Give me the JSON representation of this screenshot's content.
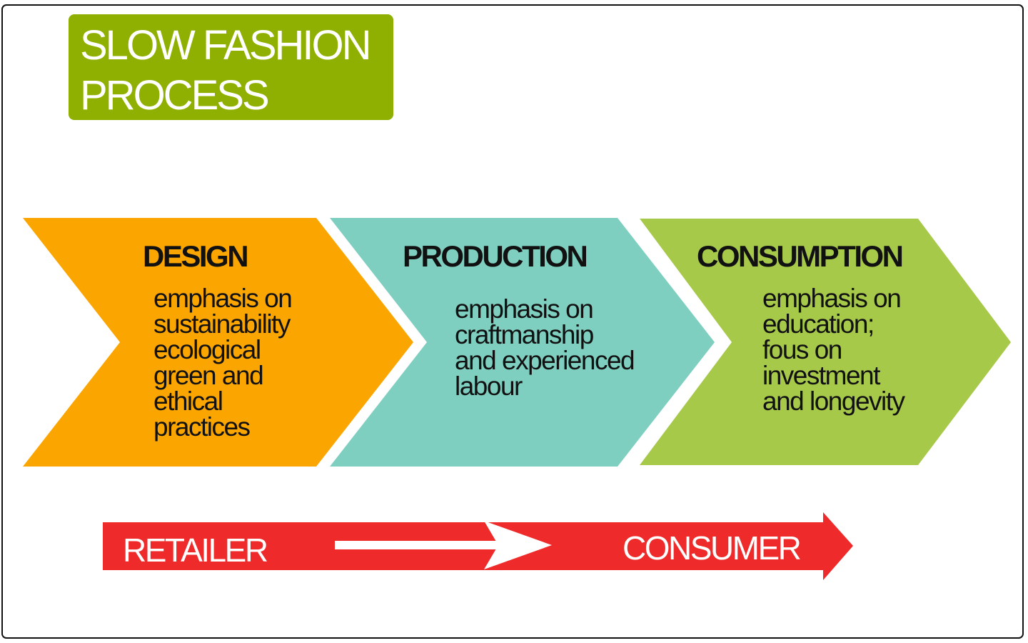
{
  "title": {
    "lines": [
      "SLOW FASHION",
      "PROCESS"
    ]
  },
  "steps": [
    {
      "heading": "DESIGN",
      "lines": [
        "emphasis on",
        "sustainability",
        "ecological",
        "green and",
        "ethical",
        "practices"
      ],
      "color": "#fba600"
    },
    {
      "heading": "PRODUCTION",
      "lines": [
        "emphasis on",
        "craftmanship",
        "and experienced",
        "labour"
      ],
      "color": "#7ecfc0"
    },
    {
      "heading": "CONSUMPTION",
      "lines": [
        "emphasis on",
        "education;",
        "fous on",
        "investment",
        "and longevity"
      ],
      "color": "#a6c94a"
    }
  ],
  "flow": {
    "from_label": "RETAILER",
    "to_label": "CONSUMER",
    "color": "#ee2a2a"
  },
  "colors": {
    "title_bg": "#8fb000",
    "frame_border": "#111111"
  }
}
